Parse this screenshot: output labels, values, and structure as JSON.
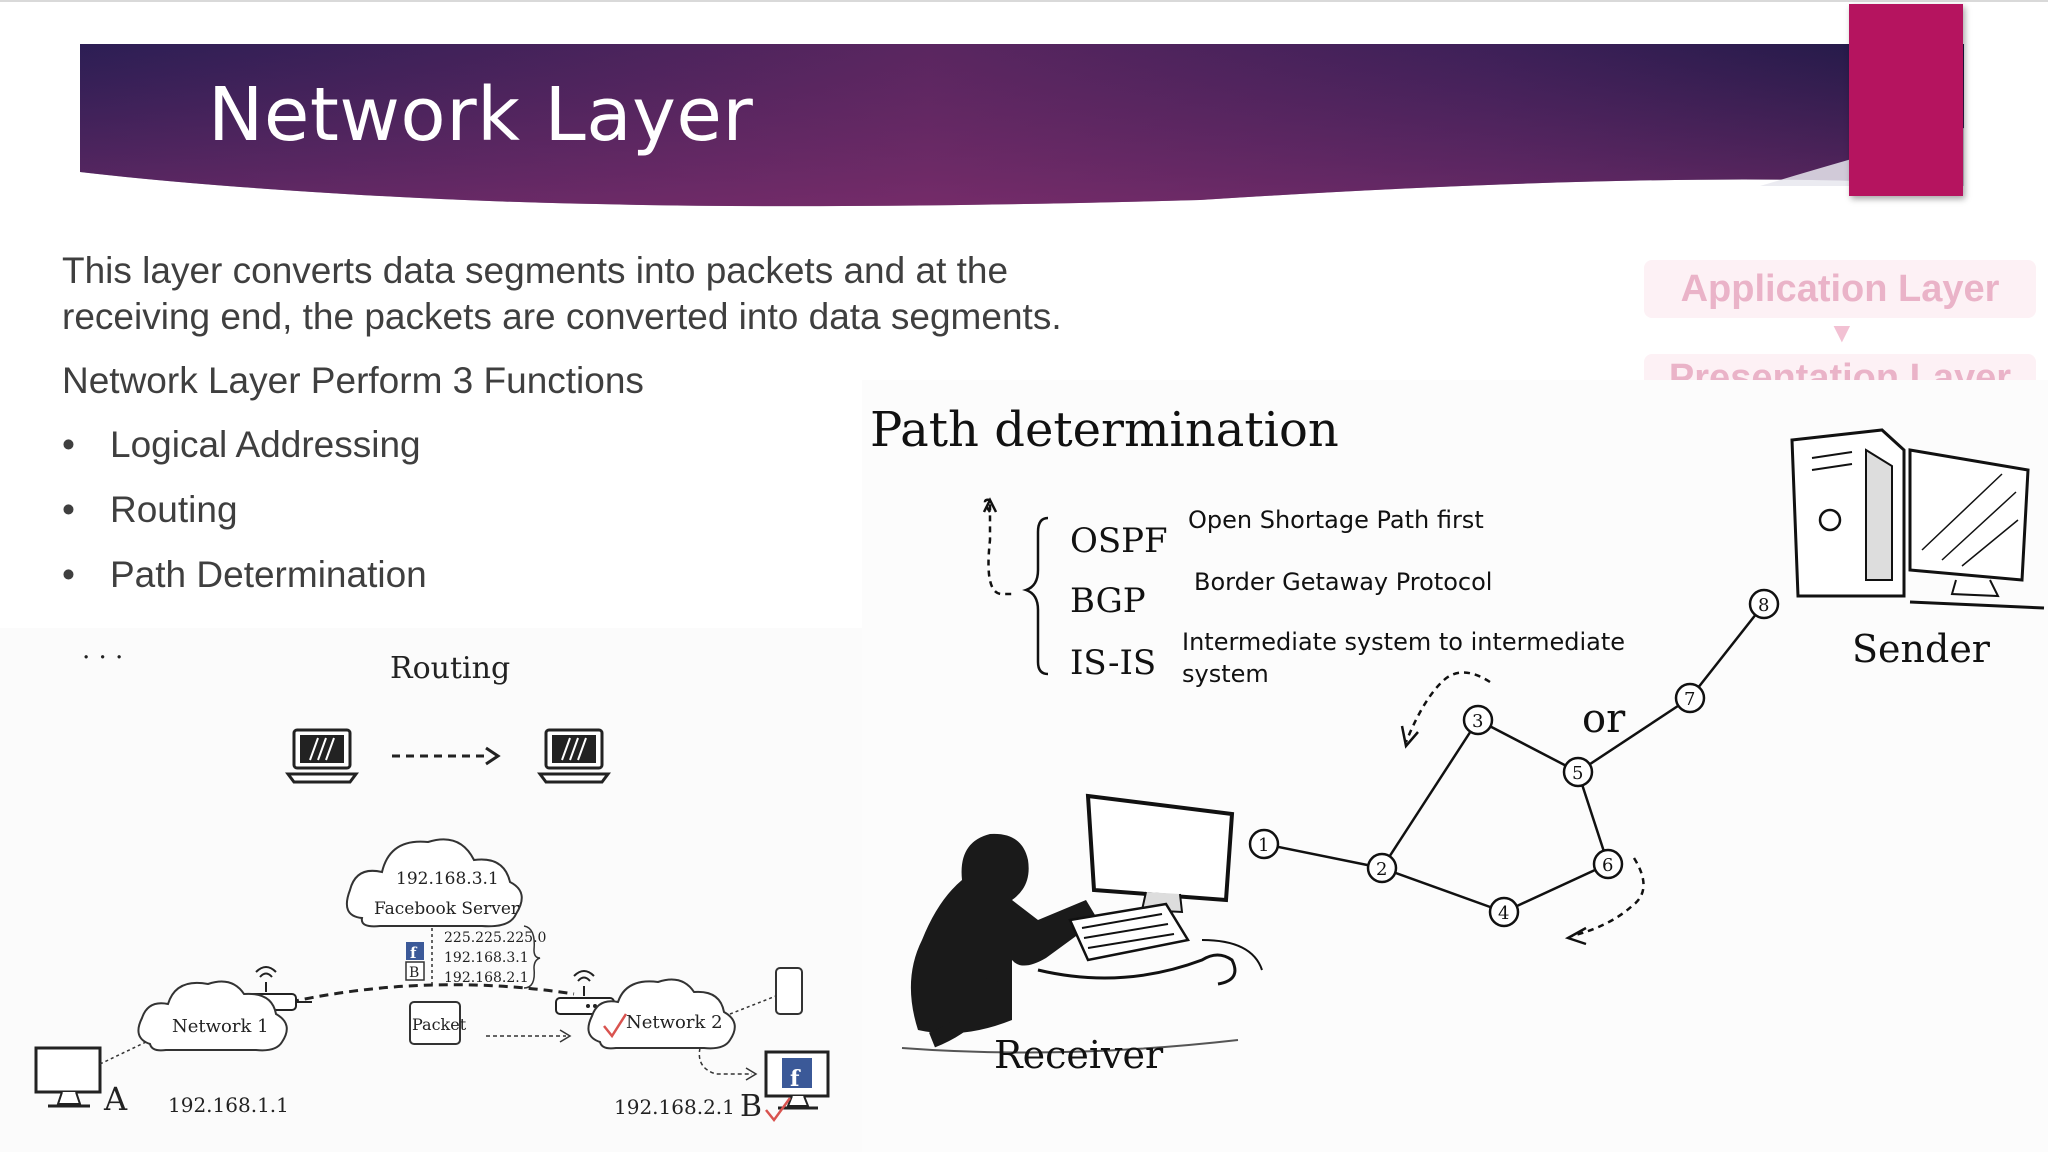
{
  "slide": {
    "title": "Network Layer",
    "paragraph": "This layer converts data segments into packets and at the receiving end, the packets are converted into data segments.",
    "paragraph_line1": "This layer converts data segments into packets and at the",
    "paragraph_line2": "receiving end, the packets are converted into data segments.",
    "functions_heading": "Network Layer Perform 3 Functions",
    "bullets": [
      "Logical Addressing",
      "Routing",
      "Path Determination"
    ],
    "bullet_symbol": "•",
    "accent_color": "#b5145f"
  },
  "osi_stack": {
    "application": "Application Layer",
    "presentation": "Presentation Layer"
  },
  "routing_figure": {
    "ellipsis": ". . .",
    "title": "Routing",
    "server_ip": "192.168.3.1",
    "server_name": "Facebook Server",
    "table_rows": [
      "225.225.225.0",
      "192.168.3.1",
      "192.168.2.1"
    ],
    "table_icon_b": "B",
    "table_icon_f": "f",
    "packet_label": "Packet",
    "network1_label": "Network 1",
    "network2_label": "Network 2",
    "host_a_label": "A",
    "host_a_ip": "192.168.1.1",
    "host_b_label": "B",
    "host_b_ip": "192.168.2.1",
    "monitor_icon_f": "f"
  },
  "path_figure": {
    "title": "Path determination",
    "protocols": [
      {
        "abbr": "OSPF",
        "desc_line1": "Open Shortage Path first",
        "desc_line2": ""
      },
      {
        "abbr": "BGP",
        "desc_line1": "Border Getaway Protocol",
        "desc_line2": ""
      },
      {
        "abbr": "IS-IS",
        "desc_line1": "Intermediate system to intermediate",
        "desc_line2": "system"
      }
    ],
    "or_label": "or",
    "sender_label": "Sender",
    "receiver_label": "Receiver",
    "nodes": [
      "1",
      "2",
      "3",
      "4",
      "5",
      "6",
      "7",
      "8"
    ]
  }
}
